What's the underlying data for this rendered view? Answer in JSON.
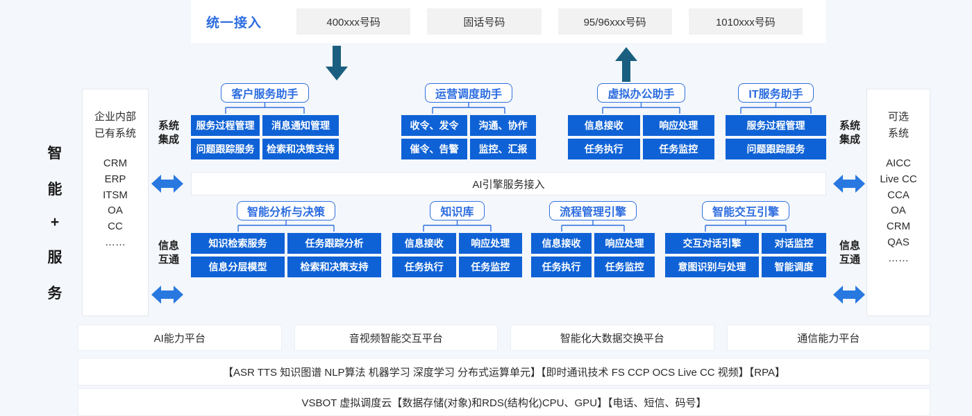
{
  "top_access": {
    "unified_label": "统一接入",
    "channels": [
      "400xxx号码",
      "固话号码",
      "95/96xxx号码",
      "1010xxx号码"
    ]
  },
  "vertical_title": [
    "智",
    "能",
    "+",
    "服",
    "务"
  ],
  "left_system": {
    "head_line1": "企业内部",
    "head_line2": "已有系统",
    "items": [
      "CRM",
      "ERP",
      "ITSM",
      "OA",
      "CC",
      "……"
    ]
  },
  "right_system": {
    "head_line1": "可选",
    "head_line2": "系统",
    "items": [
      "AICC",
      "Live CC",
      "CCA",
      "OA",
      "CRM",
      "QAS",
      "……"
    ]
  },
  "connectors": {
    "system_integration_line1": "系统",
    "system_integration_line2": "集成",
    "info_exchange_line1": "信息",
    "info_exchange_line2": "互通"
  },
  "arrows": {
    "down_icon": "arrow-down-icon",
    "up_icon": "arrow-up-icon",
    "bidirectional_icon": "arrow-bidirectional-icon"
  },
  "assistants": [
    {
      "title": "客户服务助手",
      "cells": [
        [
          "服务过程管理",
          "问题跟踪服务"
        ],
        [
          "消息通知管理",
          "检索和决策支持"
        ]
      ]
    },
    {
      "title": "运营调度助手",
      "cells": [
        [
          "收令、发令",
          "催令、告警"
        ],
        [
          "沟通、协作",
          "监控、汇报"
        ]
      ]
    },
    {
      "title": "虚拟办公助手",
      "cells": [
        [
          "信息接收",
          "任务执行"
        ],
        [
          "响应处理",
          "任务监控"
        ]
      ]
    },
    {
      "title": "IT服务助手",
      "cells": [
        [
          "服务过程管理",
          "问题跟踪服务"
        ]
      ]
    }
  ],
  "ai_bar": {
    "label": "AI引擎服务接入"
  },
  "engines": [
    {
      "title": "智能分析与决策",
      "cells": [
        [
          "知识检索服务",
          "信息分层模型"
        ],
        [
          "任务跟踪分析",
          "检索和决策支持"
        ]
      ]
    },
    {
      "title": "知识库",
      "cells": [
        [
          "信息接收",
          "任务执行"
        ],
        [
          "响应处理",
          "任务监控"
        ]
      ]
    },
    {
      "title": "流程管理引擎",
      "cells": [
        [
          "信息接收",
          "任务执行"
        ],
        [
          "响应处理",
          "任务监控"
        ]
      ]
    },
    {
      "title": "智能交互引擎",
      "cells": [
        [
          "交互对话引擎",
          "意图识别与处理"
        ],
        [
          "对话监控",
          "智能调度"
        ]
      ]
    }
  ],
  "platforms": [
    "AI能力平台",
    "音视频智能交互平台",
    "智能化大数据交换平台",
    "通信能力平台"
  ],
  "tech_strip": "【ASR TTS 知识图谱 NLP算法 机器学习 深度学习 分布式运算单元】【即时通讯技术 FS CCP OCS Live CC 视频】【RPA】",
  "infra_strip": "VSBOT 虚拟调度云【数据存储(对象)和RDS(结构化)CPU、GPU】【电话、短信、码号】",
  "colors": {
    "background": "#f4f7fb",
    "cell_blue": "#0f62d6",
    "title_blue": "#2b6ce0",
    "arrow_blue": "#2878e0",
    "flow_arrow": "#1a5f7f",
    "chip_gray": "#f2f2f2"
  }
}
